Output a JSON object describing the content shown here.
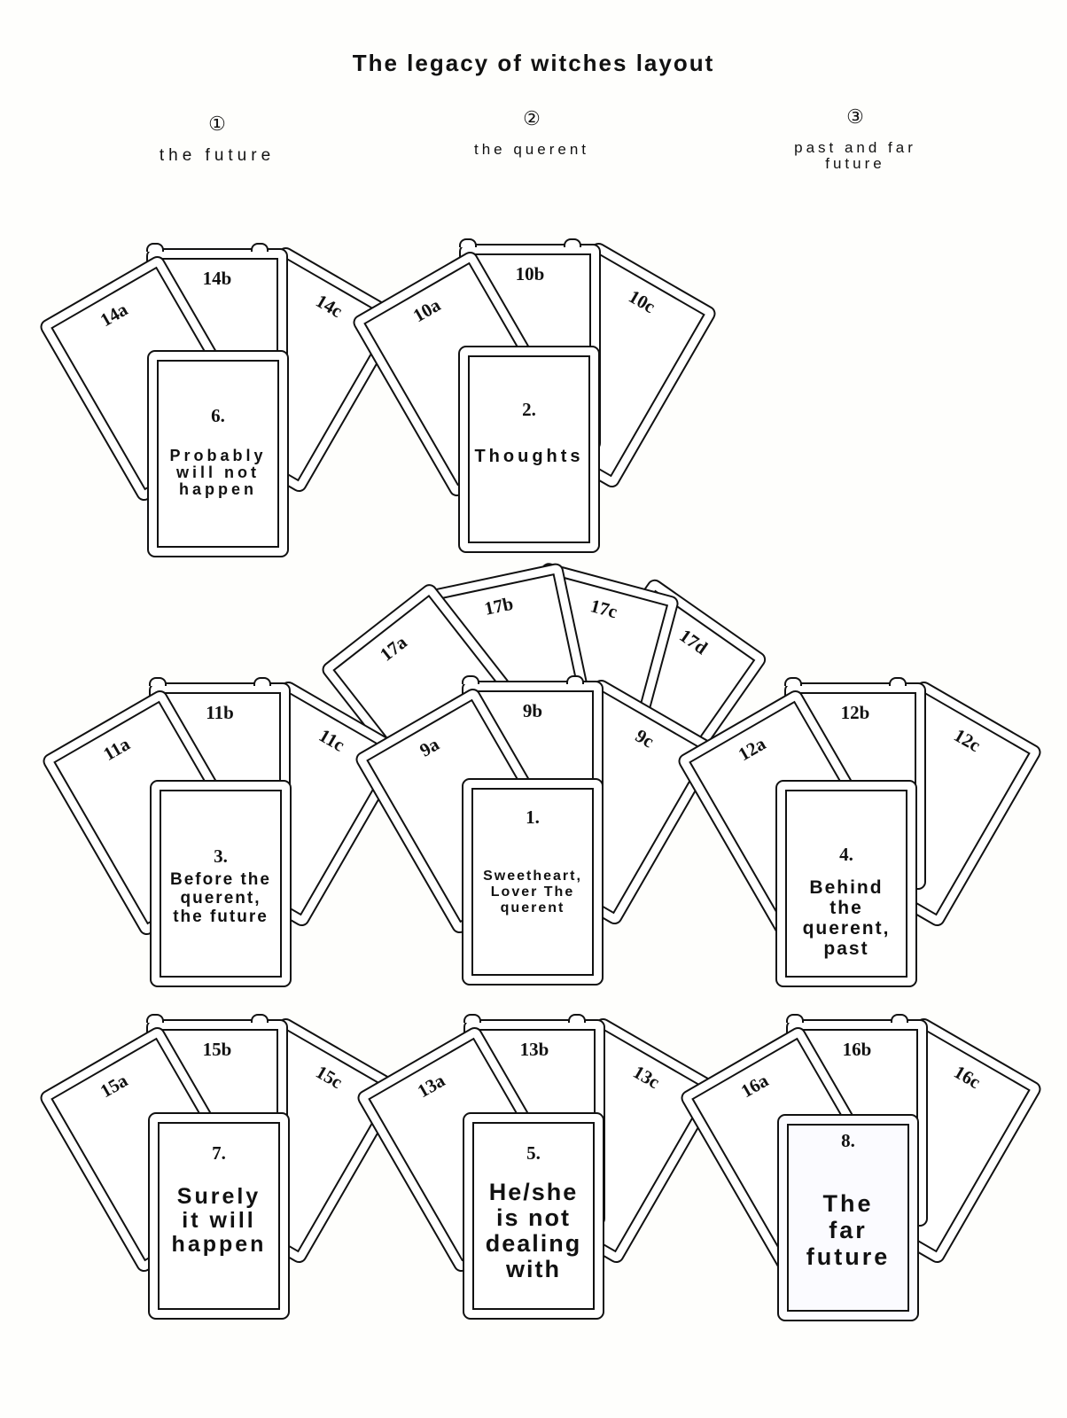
{
  "title": "The legacy of witches layout",
  "columns": [
    {
      "number": "①",
      "label": "the future"
    },
    {
      "number": "②",
      "label": "the querent"
    },
    {
      "number": "③",
      "label": "past and far future"
    }
  ],
  "groups": {
    "g14": {
      "back": [
        "14a",
        "14b",
        "14c"
      ],
      "front_number": "6.",
      "front_text": "Probably will not happen"
    },
    "g10": {
      "back": [
        "10a",
        "10b",
        "10c"
      ],
      "front_number": "2.",
      "front_text": "Thoughts"
    },
    "g17": {
      "back": [
        "17a",
        "17b",
        "17c",
        "17d"
      ]
    },
    "g11": {
      "back": [
        "11a",
        "11b",
        "11c"
      ],
      "front_number": "3.",
      "front_text": "Before the querent, the future"
    },
    "g9": {
      "back": [
        "9a",
        "9b",
        "9c"
      ],
      "front_number": "1.",
      "front_text": "Sweetheart, Lover The querent"
    },
    "g12": {
      "back": [
        "12a",
        "12b",
        "12c"
      ],
      "front_number": "4.",
      "front_text": "Behind the querent, past"
    },
    "g15": {
      "back": [
        "15a",
        "15b",
        "15c"
      ],
      "front_number": "7.",
      "front_text": "Surely it will happen"
    },
    "g13": {
      "back": [
        "13a",
        "13b",
        "13c"
      ],
      "front_number": "5.",
      "front_text": "He/she is not dealing with"
    },
    "g16": {
      "back": [
        "16a",
        "16b",
        "16c"
      ],
      "front_number": "8.",
      "front_text": "The far future"
    }
  }
}
